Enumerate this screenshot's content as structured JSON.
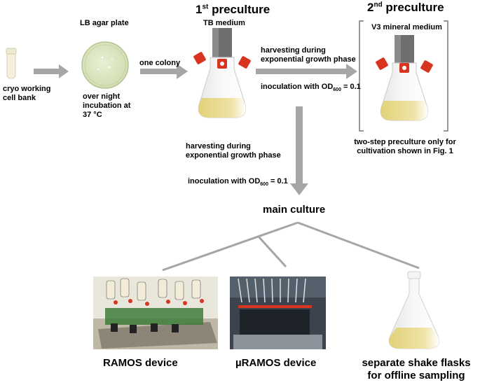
{
  "stages": {
    "cryo": {
      "label_line1": "cryo working",
      "label_line2": "cell bank"
    },
    "agar": {
      "title": "LB agar plate",
      "label_line1": "over night",
      "label_line2": "incubation at",
      "label_line3": "37 °C"
    },
    "transfer_label": "one colony",
    "preculture1": {
      "title_main": "1",
      "title_sup": "st",
      "title_rest": " preculture",
      "medium": "TB medium"
    },
    "preculture2": {
      "title_main": "2",
      "title_sup": "nd",
      "title_rest": " preculture",
      "medium": "V3 mineral medium",
      "note_line1": "two-step preculture only for",
      "note_line2": "cultivation shown in Fig. 1"
    },
    "harvest_top": {
      "line1": "harvesting during",
      "line2": "exponential growth phase",
      "inoc_prefix": "inoculation with OD",
      "inoc_sub": "600",
      "inoc_suffix": " = 0.1"
    },
    "harvest_mid": {
      "line1": "harvesting during",
      "line2": "exponential growth phase",
      "inoc_prefix": "inoculation with OD",
      "inoc_sub": "600",
      "inoc_suffix": " = 0.1"
    },
    "main_culture": "main culture",
    "devices": {
      "ramos": "RAMOS device",
      "uramos": "µRAMOS device",
      "flasks_line1": "separate shake flasks",
      "flasks_line2": "for offline sampling"
    }
  },
  "colors": {
    "arrow": "#a6a6a6",
    "culture": "#e6d98a",
    "cap": "#d9341f",
    "glass": "#f2f2f2",
    "agar": "#dfe8c8"
  }
}
